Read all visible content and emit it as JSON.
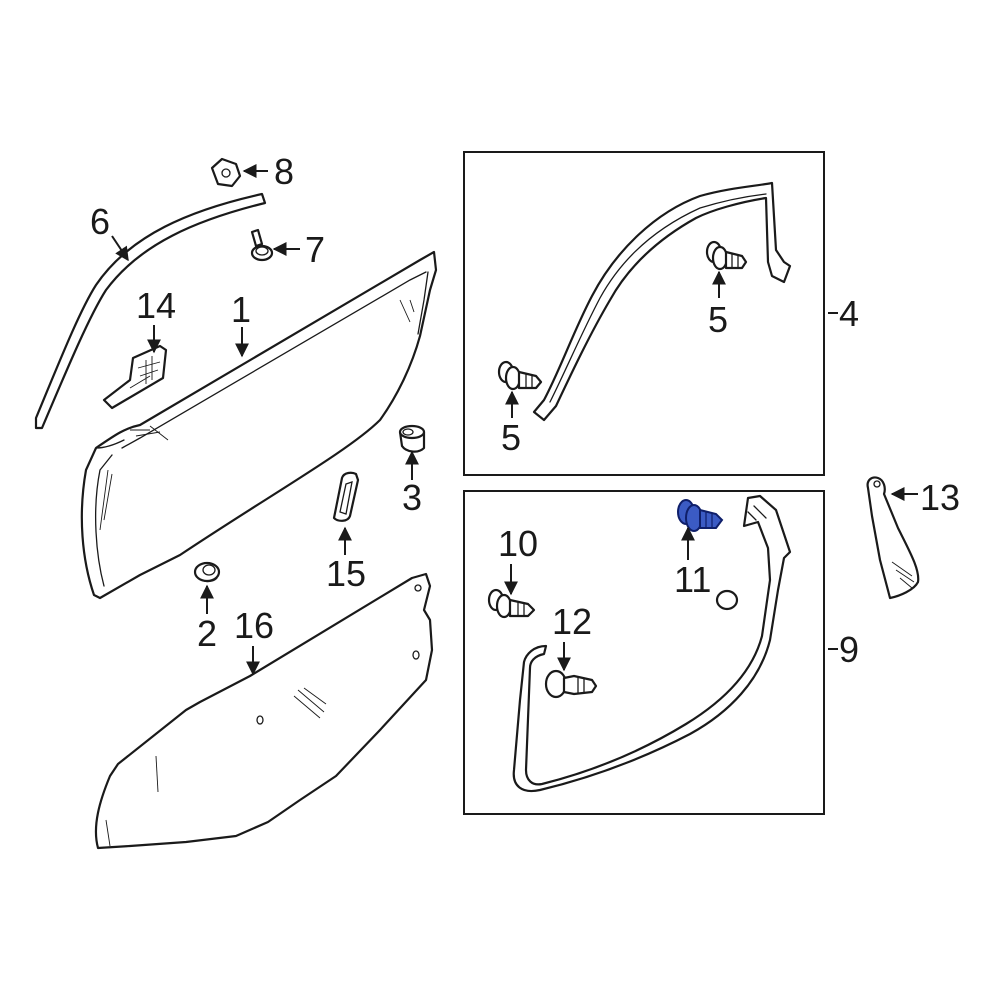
{
  "diagram": {
    "highlight_color": "#3b5bc4",
    "callouts": {
      "c1": "1",
      "c2": "2",
      "c3": "3",
      "c4": "4",
      "c5a": "5",
      "c5b": "5",
      "c6": "6",
      "c7": "7",
      "c8": "8",
      "c9": "9",
      "c10": "10",
      "c11": "11",
      "c12": "12",
      "c13": "13",
      "c14": "14",
      "c15": "15",
      "c16": "16"
    },
    "highlighted_part": "11"
  }
}
